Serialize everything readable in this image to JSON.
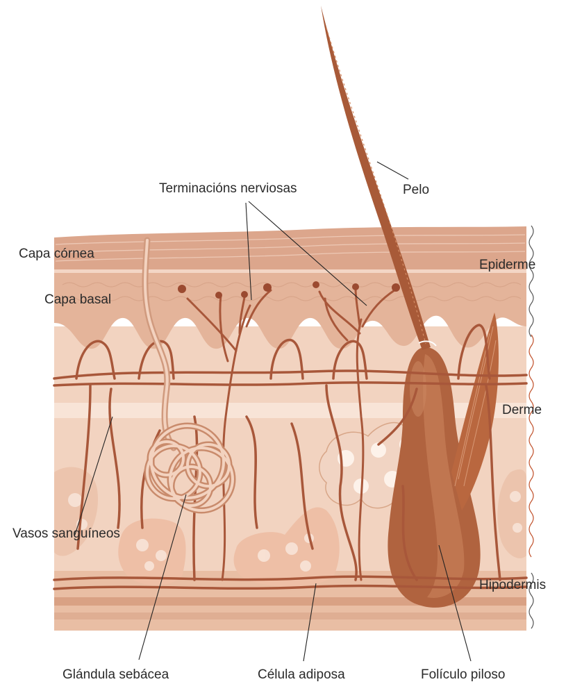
{
  "labels": {
    "terminaciones": "Terminacións nerviosas",
    "pelo": "Pelo",
    "capa_cornea": "Capa córnea",
    "capa_basal": "Capa basal",
    "epiderme": "Epiderme",
    "derme": "Derme",
    "vasos": "Vasos sanguíneos",
    "hipodermis": "Hipodermis",
    "glandula": "Glándula sebácea",
    "celula": "Célula adiposa",
    "foliculo": "Folículo piloso"
  },
  "colors": {
    "epidermis": "#e6b89f",
    "stratum_corneum": "#dba78e",
    "dermis": "#f0cdb8",
    "hypodermis": "#ecc5ad",
    "vessel": "#a8573a",
    "follicle": "#a95c3a",
    "fat": "#f4ddd0",
    "bracket_epi": "#555555",
    "bracket_derm": "#c0502a"
  }
}
